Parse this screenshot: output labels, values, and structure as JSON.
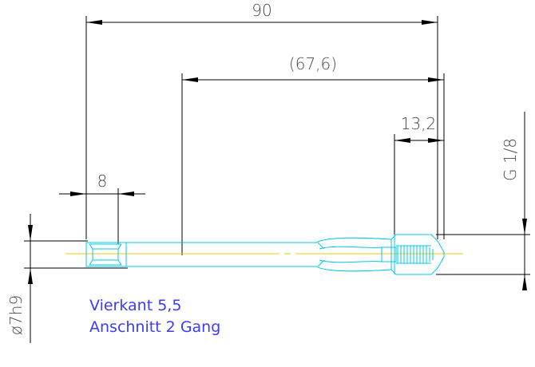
{
  "drawing": {
    "dim_overall": "90",
    "dim_reference": "(67,6)",
    "dim_thread_length": "13,2",
    "dim_square_width": "8",
    "thread_size": "G 1/8",
    "shank_diameter": "ø7h9",
    "note_line_1": "Vierkant 5,5",
    "note_line_2": "Anschnitt 2 Gang"
  },
  "colors": {
    "dimension_lines": "#000000",
    "part_outline": "#00c8e6",
    "center_line": "#f0c800",
    "notes": "#3b3bff",
    "dimension_text": "#4a4a4a"
  }
}
